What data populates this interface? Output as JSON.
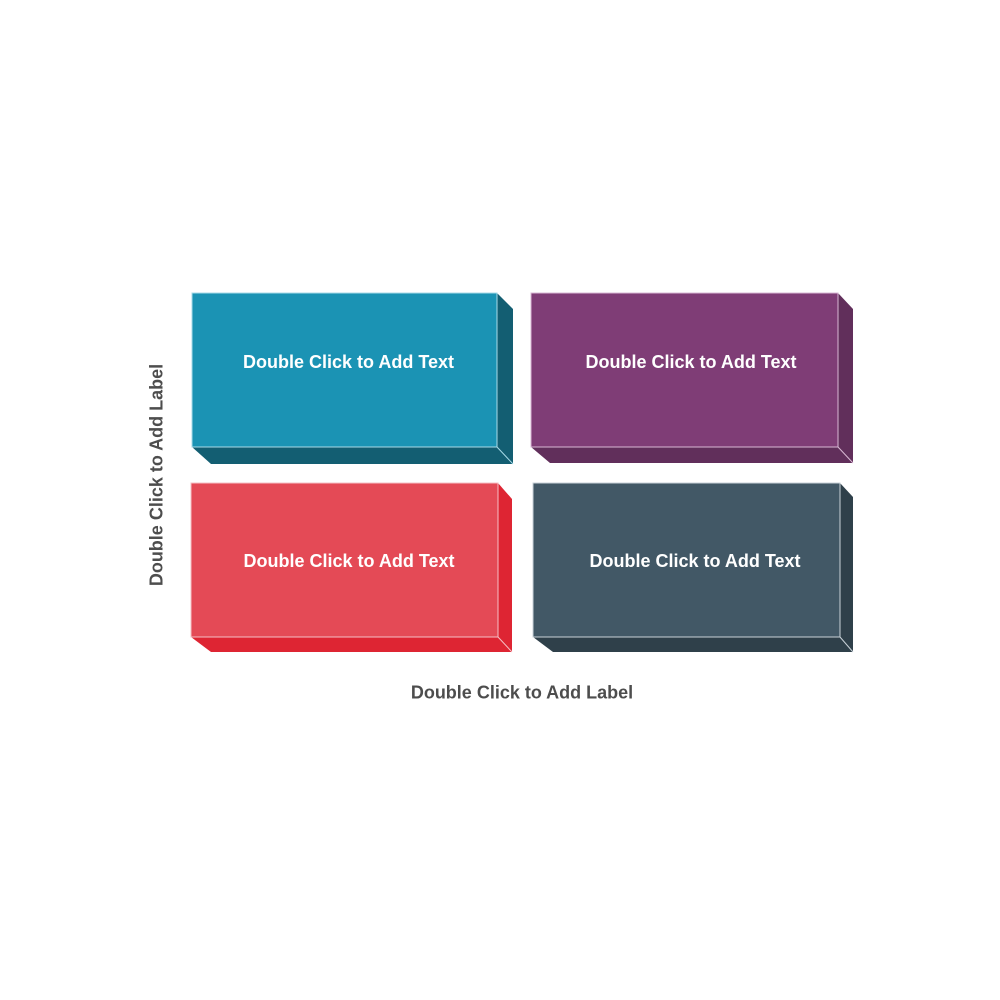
{
  "diagram": {
    "type": "2x2 matrix (3D blocks)",
    "y_axis_label": "Double Click to Add Label",
    "x_axis_label": "Double Click to Add Label",
    "axis_label_color": "#4d4d4d",
    "quadrants": [
      {
        "position": "top-left",
        "text": "Double Click to Add Text",
        "front_color": "#1b93b4",
        "side_color": "#135e72"
      },
      {
        "position": "top-right",
        "text": "Double Click to Add Text",
        "front_color": "#7f3d76",
        "side_color": "#612f5b"
      },
      {
        "position": "bottom-left",
        "text": "Double Click to Add Text",
        "front_color": "#e44a56",
        "side_color": "#de2533"
      },
      {
        "position": "bottom-right",
        "text": "Double Click to Add Text",
        "front_color": "#425866",
        "side_color": "#2f404a"
      }
    ]
  }
}
